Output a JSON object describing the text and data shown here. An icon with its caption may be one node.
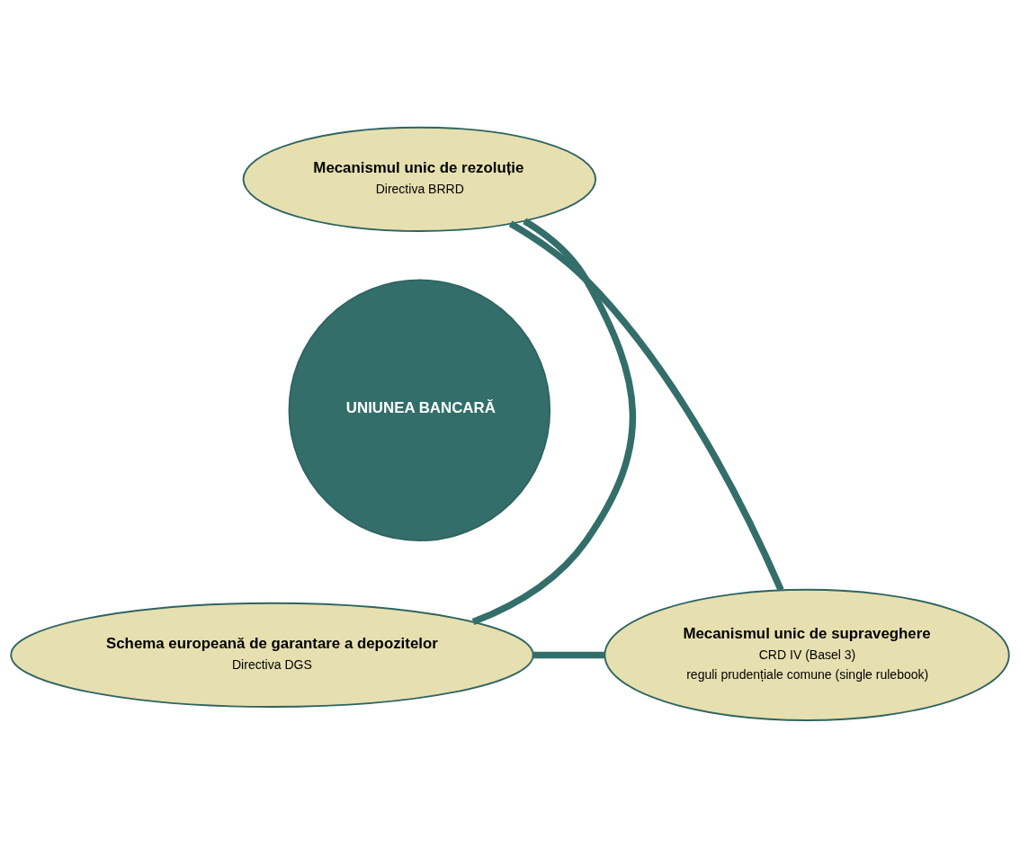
{
  "diagram": {
    "nodes": [
      {
        "text": [
          "UNIUNEA BANCARĂ"
        ]
      },
      {
        "text": [
          "Mecanismul unic de rezoluție",
          "Directiva BRRD"
        ]
      },
      {
        "text": [
          "Schema europeană de garantare a depozitelor",
          "Directiva DGS"
        ]
      },
      {
        "text": [
          "Mecanismul unic de supraveghere",
          "CRD IV (Basel 3)",
          "reguli prudențiale comune (single rulebook)"
        ]
      }
    ],
    "edges": [
      {
        "from": 1,
        "to": 3,
        "arrow": "none"
      },
      {
        "from": 3,
        "to": 2,
        "arrow": "none"
      },
      {
        "from": 2,
        "to": 1,
        "arrow": "none"
      }
    ]
  }
}
